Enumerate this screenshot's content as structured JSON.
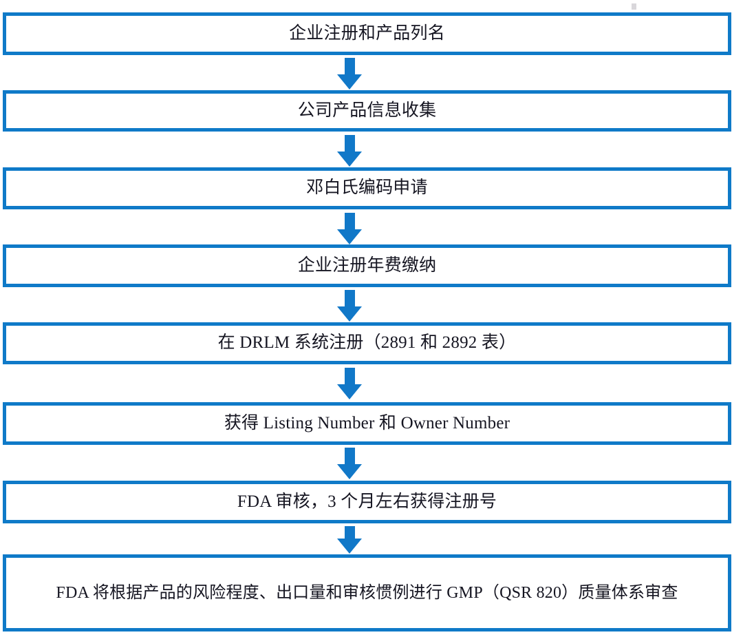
{
  "diagram": {
    "type": "flowchart",
    "orientation": "vertical-top-to-bottom",
    "accent_color": "#0f7ac8",
    "arrow_color": "#1178c8",
    "text_color": "#151521",
    "background_color": "#ffffff",
    "node_shape": "rectangle",
    "connector": "down-arrow",
    "steps": [
      {
        "index": 1,
        "label": "企业注册和产品列名"
      },
      {
        "index": 2,
        "label": "公司产品信息收集"
      },
      {
        "index": 3,
        "label": "邓白氏编码申请"
      },
      {
        "index": 4,
        "label": "企业注册年费缴纳"
      },
      {
        "index": 5,
        "label": "在 DRLM 系统注册（2891 和 2892 表）"
      },
      {
        "index": 6,
        "label": "获得 Listing Number 和 Owner Number"
      },
      {
        "index": 7,
        "label": "FDA 审核，3 个月左右获得注册号"
      },
      {
        "index": 8,
        "label": "FDA 将根据产品的风险程度、出口量和审核惯例进行 GMP（QSR 820）质量体系审查"
      }
    ],
    "arrows": [
      {
        "from": 1,
        "to": 2,
        "glyph": "down-arrow"
      },
      {
        "from": 2,
        "to": 3,
        "glyph": "down-arrow"
      },
      {
        "from": 3,
        "to": 4,
        "glyph": "down-arrow"
      },
      {
        "from": 4,
        "to": 5,
        "glyph": "down-arrow"
      },
      {
        "from": 5,
        "to": 6,
        "glyph": "down-arrow"
      },
      {
        "from": 6,
        "to": 7,
        "glyph": "down-arrow"
      },
      {
        "from": 7,
        "to": 8,
        "glyph": "down-arrow"
      }
    ]
  }
}
